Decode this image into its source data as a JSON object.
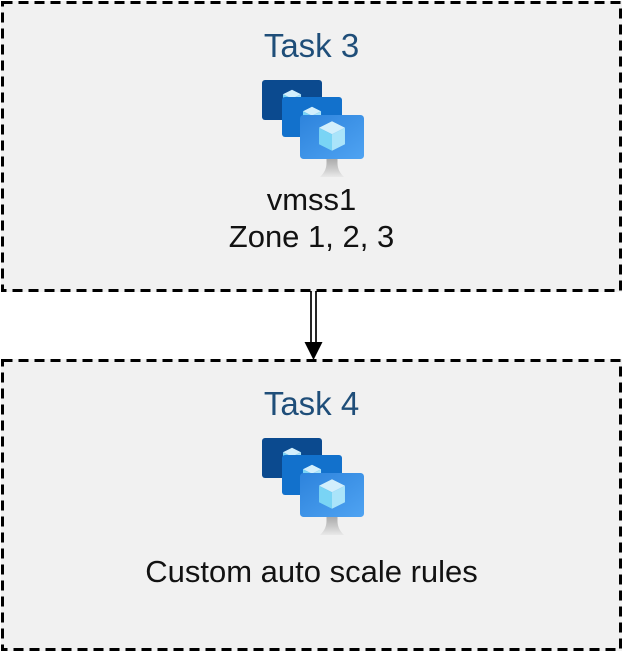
{
  "diagram": {
    "nodes": {
      "task3": {
        "title": "Task 3",
        "icon": "vmss-icon",
        "label_line1": "vmss1",
        "label_line2": "Zone 1, 2, 3"
      },
      "task4": {
        "title": "Task 4",
        "icon": "vmss-icon",
        "label_line1": "Custom auto scale rules"
      }
    },
    "connector": {
      "style": "double-line",
      "direction": "down"
    },
    "colors": {
      "title_text": "#1f4e79",
      "body_text": "#121212",
      "box_fill": "#f1f1f1",
      "box_border": "#000000",
      "monitor_back": "#0b4a8f",
      "monitor_middle": "#1271cc",
      "monitor_front_gradient_start": "#2d83dc",
      "monitor_front_gradient_end": "#4fa3f2",
      "cube_top": "#d2effc",
      "cube_left": "#79d4f5",
      "cube_right": "#aae4fa",
      "stand_gray": "#c2c2c2"
    }
  }
}
